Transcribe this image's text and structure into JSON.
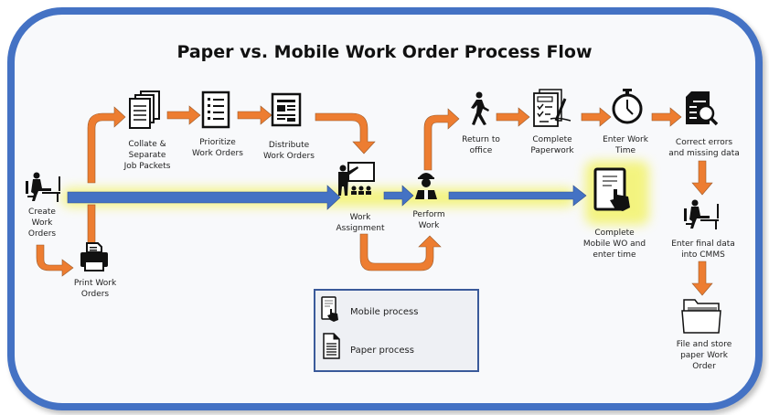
{
  "title": "Paper vs. Mobile Work Order Process Flow",
  "colors": {
    "frame": "#4472c4",
    "mobile_arrow": "#4472c4",
    "paper_arrow": "#ed7d31",
    "highlight": "#f5f56a"
  },
  "nodes": {
    "create": {
      "label": "Create\nWork\nOrders",
      "icon": "person-at-desk-icon"
    },
    "print": {
      "label": "Print Work\nOrders",
      "icon": "printer-icon"
    },
    "collate": {
      "label": "Collate &\nSeparate\nJob Packets",
      "icon": "document-stack-icon"
    },
    "prioritize": {
      "label": "Prioritize\nWork Orders",
      "icon": "checklist-icon"
    },
    "distribute": {
      "label": "Distribute\nWork Orders",
      "icon": "newspaper-icon"
    },
    "assign": {
      "label": "Work\nAssignment",
      "icon": "presenter-icon"
    },
    "perform": {
      "label": "Perform\nWork",
      "icon": "worker-hardhat-icon"
    },
    "return": {
      "label": "Return to\noffice",
      "icon": "walking-person-icon"
    },
    "paperwork": {
      "label": "Complete\nPaperwork",
      "icon": "form-signing-icon"
    },
    "time": {
      "label": "Enter  Work\nTime",
      "icon": "stopwatch-icon"
    },
    "correct": {
      "label": "Correct errors\nand  missing data",
      "icon": "document-search-icon"
    },
    "mobile": {
      "label": "Complete\nMobile WO and\nenter time",
      "icon": "tablet-touch-icon"
    },
    "final": {
      "label": "Enter final  data\ninto CMMS",
      "icon": "person-at-desk-icon"
    },
    "file": {
      "label": "File and store\npaper  Work\nOrder",
      "icon": "folder-icon"
    }
  },
  "legend": {
    "mobile": {
      "label": "Mobile process",
      "icon": "tablet-touch-icon"
    },
    "paper": {
      "label": "Paper process",
      "icon": "document-icon"
    }
  }
}
